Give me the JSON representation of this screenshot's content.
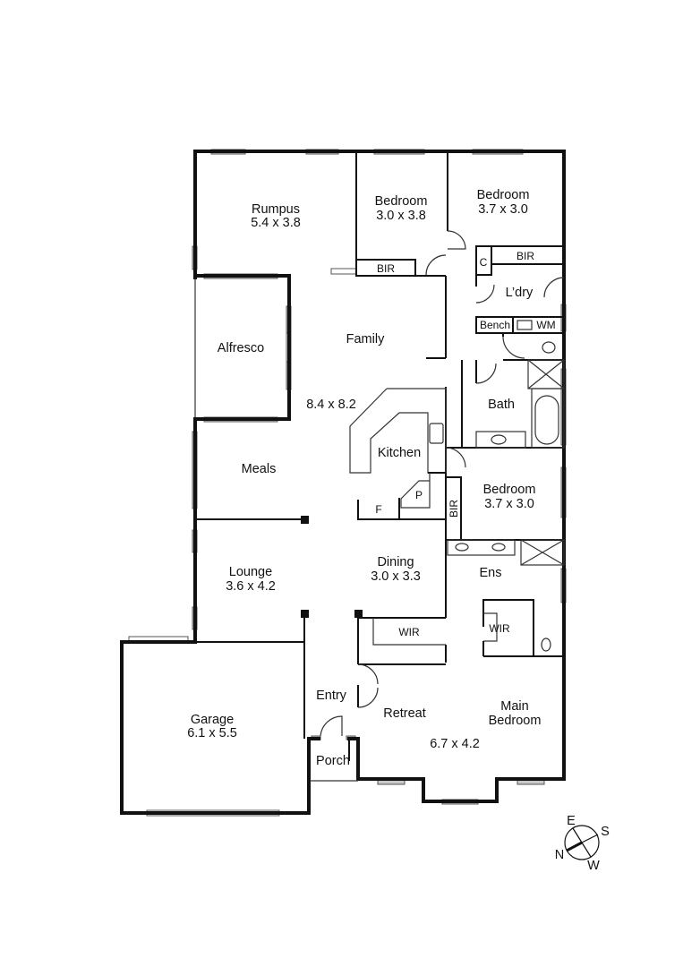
{
  "plan": {
    "rooms": {
      "rumpus": {
        "name": "Rumpus",
        "size": "5.4 x 3.8"
      },
      "bedroom2": {
        "name": "Bedroom",
        "size": "3.0 x 3.8"
      },
      "bedroom3": {
        "name": "Bedroom",
        "size": "3.7 x 3.0"
      },
      "laundry": {
        "name": "L’dry"
      },
      "alfresco": {
        "name": "Alfresco"
      },
      "family": {
        "name": "Family",
        "size": "8.4 x 8.2"
      },
      "kitchen": {
        "name": "Kitchen"
      },
      "bath": {
        "name": "Bath"
      },
      "meals": {
        "name": "Meals"
      },
      "bedroom4": {
        "name": "Bedroom",
        "size": "3.7 x 3.0"
      },
      "lounge": {
        "name": "Lounge",
        "size": "3.6 x 4.2"
      },
      "dining": {
        "name": "Dining",
        "size": "3.0 x 3.3"
      },
      "ensuite": {
        "name": "Ens"
      },
      "garage": {
        "name": "Garage",
        "size": "6.1 x 5.5"
      },
      "entry": {
        "name": "Entry"
      },
      "retreat": {
        "name": "Retreat"
      },
      "main_bedroom": {
        "name_line1": "Main",
        "name_line2": "Bedroom",
        "size": "6.7 x 4.2"
      },
      "porch": {
        "name": "Porch"
      }
    },
    "fixtures": {
      "bir": "BIR",
      "cupboard": "C",
      "bench": "Bench",
      "washing_machine": "WM",
      "pantry": "P",
      "fridge": "F",
      "wir": "WIR"
    },
    "compass": {
      "n": "N",
      "e": "E",
      "s": "S",
      "w": "W"
    }
  }
}
